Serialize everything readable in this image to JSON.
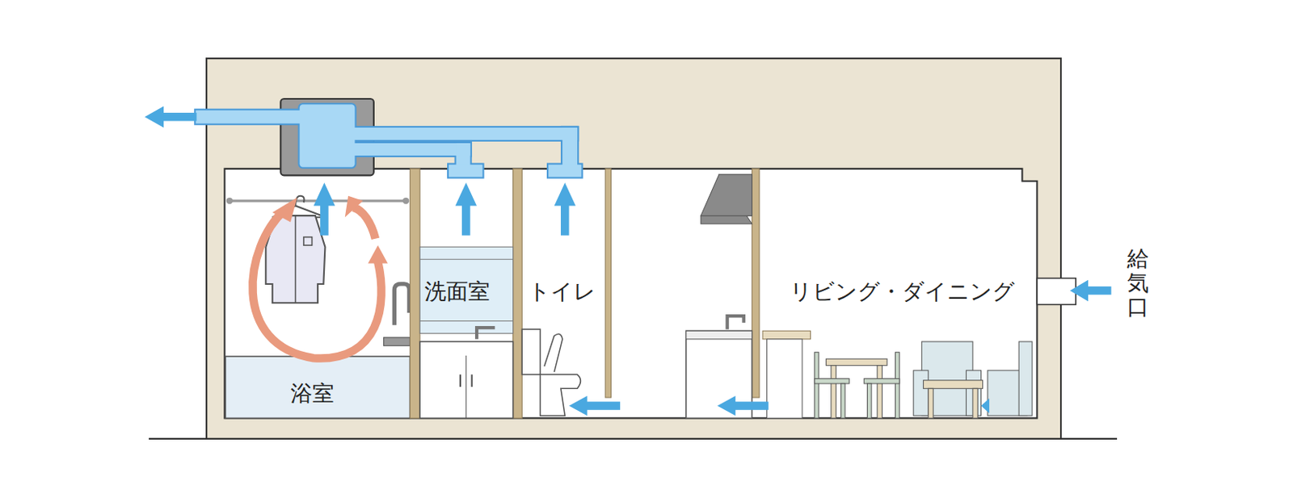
{
  "diagram": {
    "labels": [
      "洗面室",
      "トイレ",
      "リビング・ダイニング",
      "給気口",
      "浴室"
    ]
  }
}
